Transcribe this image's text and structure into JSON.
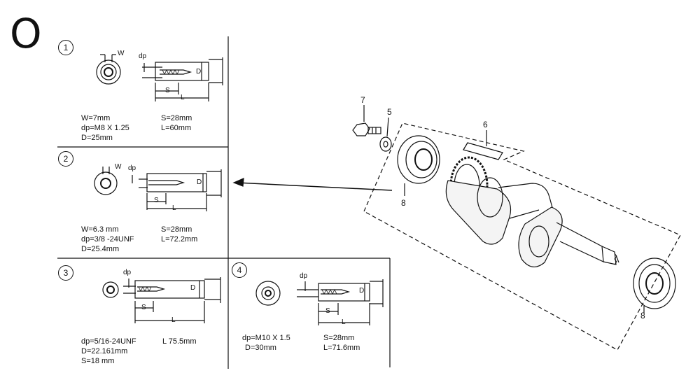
{
  "section_letter": "O",
  "variants": [
    {
      "number": "1",
      "specs": [
        "W=7mm",
        "S=28mm",
        "dp=M8 X 1.25",
        "L=60mm",
        "D=25mm"
      ]
    },
    {
      "number": "2",
      "specs": [
        "W=6.3 mm",
        "S=28mm",
        "dp=3/8 -24UNF",
        "L=72.2mm",
        "D=25.4mm"
      ]
    },
    {
      "number": "3",
      "specs": [
        "dp=5/16-24UNF",
        "L 75.5mm",
        "D=22.161mm",
        "S=18 mm"
      ]
    },
    {
      "number": "4",
      "specs": [
        "dp=M10 X 1.5",
        "S=28mm",
        "D=30mm",
        "L=71.6mm"
      ]
    }
  ],
  "dimension_labels": {
    "W": "W",
    "dp": "dp",
    "D": "D",
    "S": "S",
    "L": "L"
  },
  "part_labels": [
    "7",
    "5",
    "6",
    "8",
    "8"
  ]
}
